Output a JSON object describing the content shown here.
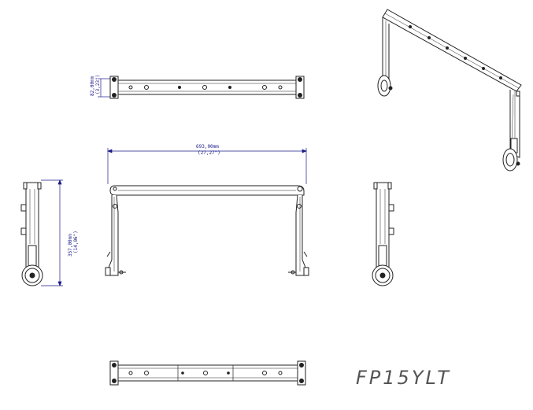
{
  "model": "FP15YLT",
  "dimensions": {
    "width_mm": "693,00mm",
    "width_in": "(27,27\")",
    "height_mm": "357,00mm",
    "height_in": "(14,06\")",
    "depth_mm": "82,00mm",
    "depth_in": "(3,23\")"
  },
  "colors": {
    "line": "#222222",
    "dimension": "#1a1a8a",
    "label": "#555555"
  }
}
